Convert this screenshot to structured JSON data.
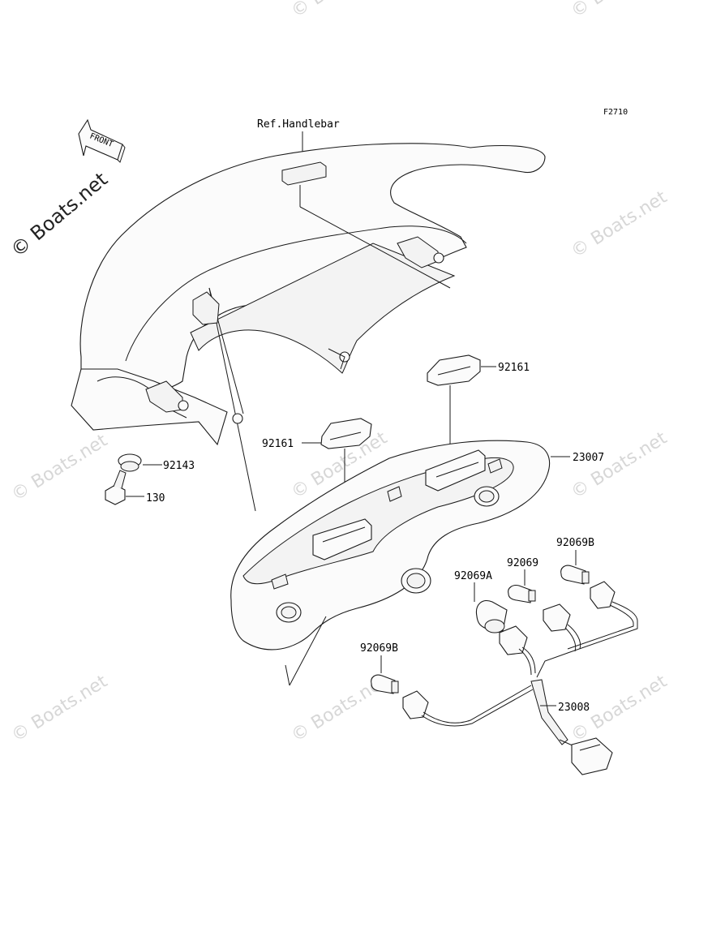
{
  "figure_code": "F2710",
  "direction_arrow": "FRONT",
  "reference_label": "Ref.Handlebar",
  "watermark": "© Boats.net",
  "parts": {
    "p130": "130",
    "p92143": "92143",
    "p92161_upper": "92161",
    "p92161_lower": "92161",
    "p23007": "23007",
    "p92069B_upper": "92069B",
    "p92069": "92069",
    "p92069A": "92069A",
    "p92069B_lower": "92069B",
    "p23008": "23008"
  }
}
